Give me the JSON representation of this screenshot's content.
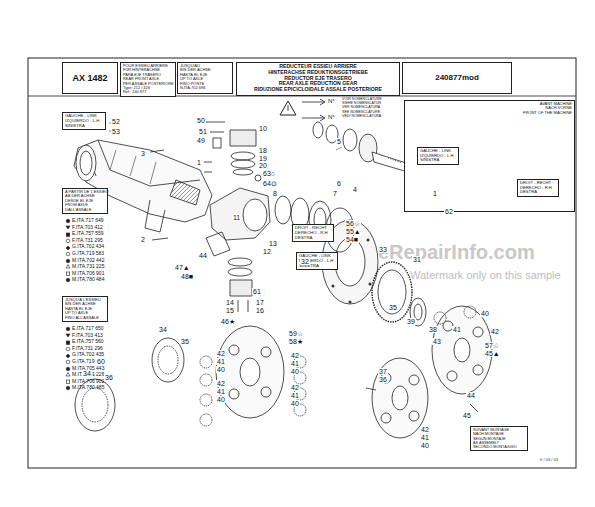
{
  "diagram": {
    "nodes": [
      {
        "text": [
          "AX 1482"
        ]
      },
      {
        "text": [
          "POUR ESSIEU ARRIERE",
          "FÜR HINTERACHSE",
          "PARA EJE TRASERO",
          "REAR FRONT AXLE",
          "PER ASSALE POSTERIORE",
          "Type: 212 / 426",
          "Ref.: 240 877"
        ]
      },
      {
        "text": [
          "JUSQU'AU",
          "BIS DER ACHSE",
          "HASTA EL EJE",
          "UP TO AXLE",
          "FINO PONTE",
          "N.ITA.702 696"
        ]
      },
      {
        "text": [
          "REDUCTEUR ESSIEU ARRIERE",
          "HINTERACHSE REDUKTIONSGETRIEBE",
          "REDUCTOR EJE TRASERO",
          "REAR AXLE REDUCTION GEAR",
          "RIDUZIONE EPICICLOIDALE ASSALE POSTERIORE"
        ]
      },
      {
        "text": [
          "240877mod"
        ]
      },
      {
        "text": [
          "GAUCHE - LINK",
          "IZQUIERDO - L.H",
          "SINISTRA"
        ]
      },
      {
        "text": [
          "A PARTIR DE L'ESSIEU",
          "AB DER ACHSE",
          "DESDE EL EJE",
          "FROM AXLE",
          "DALL'ASSALE"
        ]
      },
      {
        "text": [
          "JUSQU'A L'ESSIEU",
          "BIS DER ACHSE",
          "HASTA EL EJE",
          "UP TO AXLE",
          "FINO ALL'ASSALE"
        ]
      },
      {
        "text": [
          "DROIT - RECHT",
          "DERECHO - R.H",
          "DESTRA"
        ]
      },
      {
        "text": [
          "GAUCHE - LINK",
          "IZQUIERDO - L.H",
          "SINISTRA"
        ]
      },
      {
        "text": [
          "AVANT MACHINE",
          "NACH VORNE",
          "FRONT OF THE MACHINE"
        ]
      },
      {
        "text": [
          "GAUCHE - LINK",
          "IZQUIERDO - L.H",
          "SINISTRA"
        ],
        "in": 10
      },
      {
        "text": [
          "DROIT - RECHT",
          "DERECHO - R.H",
          "DESTRA"
        ],
        "in": 10
      },
      {
        "text": [
          "SUIVANT MONTAGE",
          "NACH MONTAGE",
          "SEGUN MONTAJE",
          "AS ASSEMBLY",
          "SECONDO MONTAGGIO"
        ]
      }
    ],
    "labels": [
      "E.ITA.717 649",
      "F.ITA.703 412",
      "E.ITA.757 559",
      "F.ITA.731 295",
      "G.ITA.702 434",
      "G.ITA.719 583",
      "M.ITA.702 442",
      "M.ITA.731 225",
      "M.ITA.706 901",
      "M.ITA.780 484",
      "E.ITA.717 650",
      "F.ITA.703 413",
      "E.ITA.757 560",
      "F.ITA.731 296",
      "G.ITA.702 435",
      "G.ITA.719 584",
      "M.ITA.705 443",
      "M.ITA.731 226",
      "M.ITA.706 902",
      "M.ITA.780 485",
      "N°",
      "N°",
      "VOIR NOMENCLATURE",
      "SIEHE NOMENKLATUR",
      "VER NOMENCLATURA",
      "SEE NOMENCLATURE",
      "VEDI NOMENCLATURA",
      "eRepairInfo.com",
      "Watermark only on this sample",
      "fr / 03 / 03",
      "52",
      "53",
      "50",
      "51",
      "49",
      "3",
      "1",
      "2",
      "44",
      "47▲",
      "48■",
      "10",
      "18",
      "19",
      "20",
      "63○",
      "64⊙",
      "8",
      "11",
      "13",
      "12",
      "61",
      "14",
      "15",
      "17",
      "16",
      "46★",
      "5",
      "4",
      "6",
      "7",
      "1",
      "62",
      "56☆",
      "55▲",
      "54■",
      "33",
      "32",
      "35",
      "31",
      "39",
      "38",
      "40",
      "41",
      "42",
      "43",
      "57☆",
      "45▲",
      "34",
      "35",
      "42",
      "41",
      "40",
      "42",
      "41",
      "40",
      "34",
      "36",
      "60",
      "59☆",
      "58★",
      "42",
      "41",
      "40",
      "42",
      "41",
      "40",
      "37",
      "36",
      "42",
      "41",
      "40",
      "44",
      "45"
    ]
  }
}
